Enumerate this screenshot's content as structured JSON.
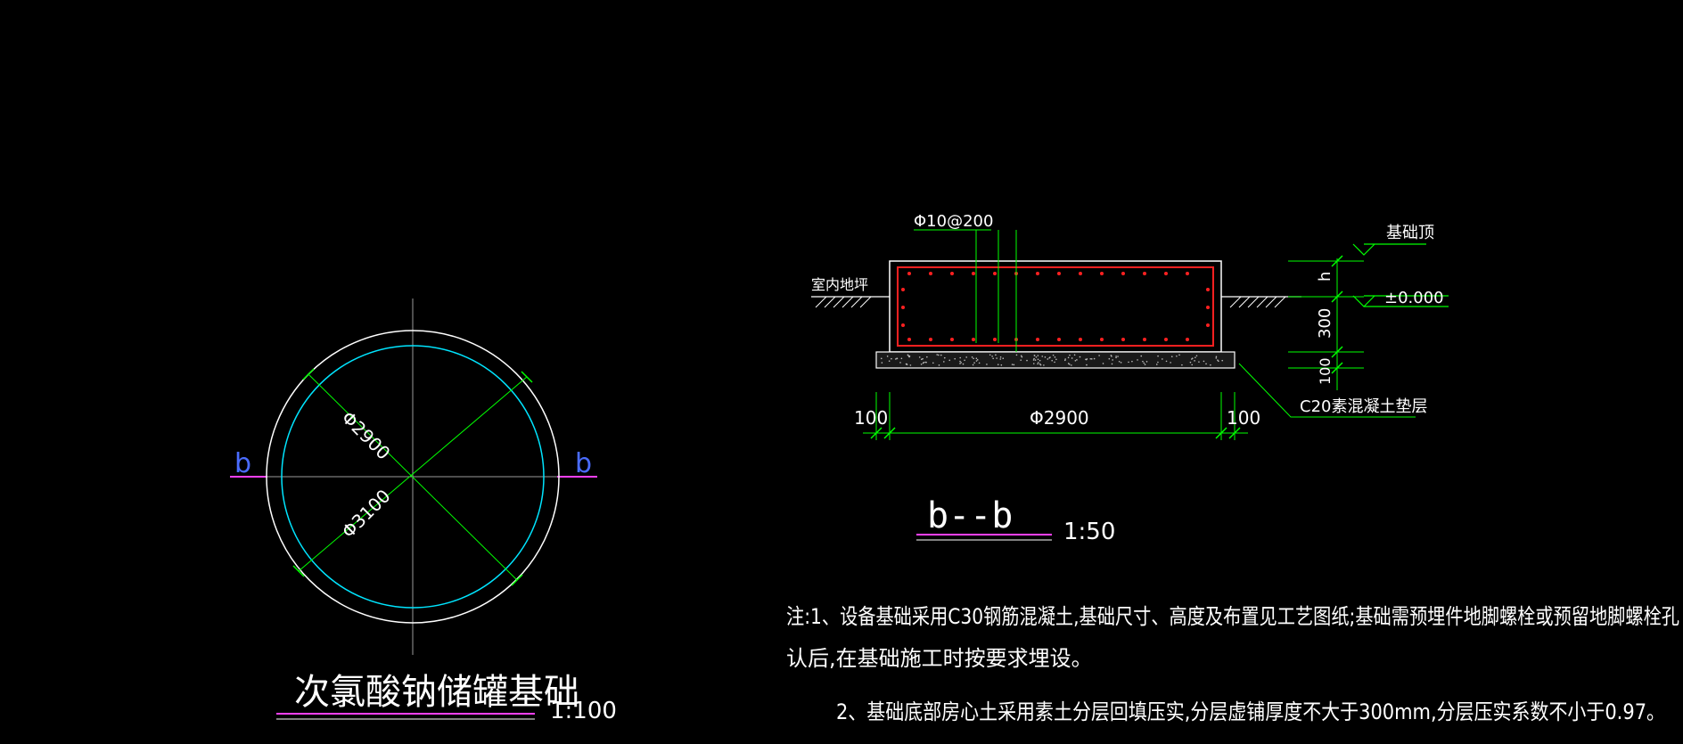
{
  "plan": {
    "title": "次氯酸钠储罐基础",
    "scale": "1:100",
    "section_mark_left": "b",
    "section_mark_right": "b",
    "dim_inner": "Φ2900",
    "dim_outer": "Φ3100"
  },
  "section": {
    "title": "b--b",
    "scale": "1:50",
    "rebar_label": "Φ10@200",
    "floor_label": "室内地坪",
    "top_label": "基础顶",
    "elev_label": "±0.000",
    "dim_h": "h",
    "dim_300": "300",
    "dim_100": "100",
    "dim_left": "100",
    "dim_center": "Φ2900",
    "dim_right": "100",
    "cushion_label": "C20素混凝土垫层"
  },
  "notes": {
    "line1": "注:1、设备基础采用C30钢筋混凝土,基础尺寸、高度及布置见工艺图纸;基础需预埋件地脚螺栓或预留地脚螺栓孔",
    "line2": "认后,在基础施工时按要求埋设。",
    "line3": "2、基础底部房心土采用素土分层回填压实,分层虚铺厚度不大于300mm,分层压实系数不小于0.97。"
  },
  "colors": {
    "background": "#000000",
    "line_white": "#ffffff",
    "line_green": "#00ff00",
    "line_cyan": "#00e5ff",
    "line_red": "#ff2020",
    "line_magenta": "#ff40ff",
    "line_blue": "#4a6cff",
    "axis_gray": "#9a9a9a"
  }
}
